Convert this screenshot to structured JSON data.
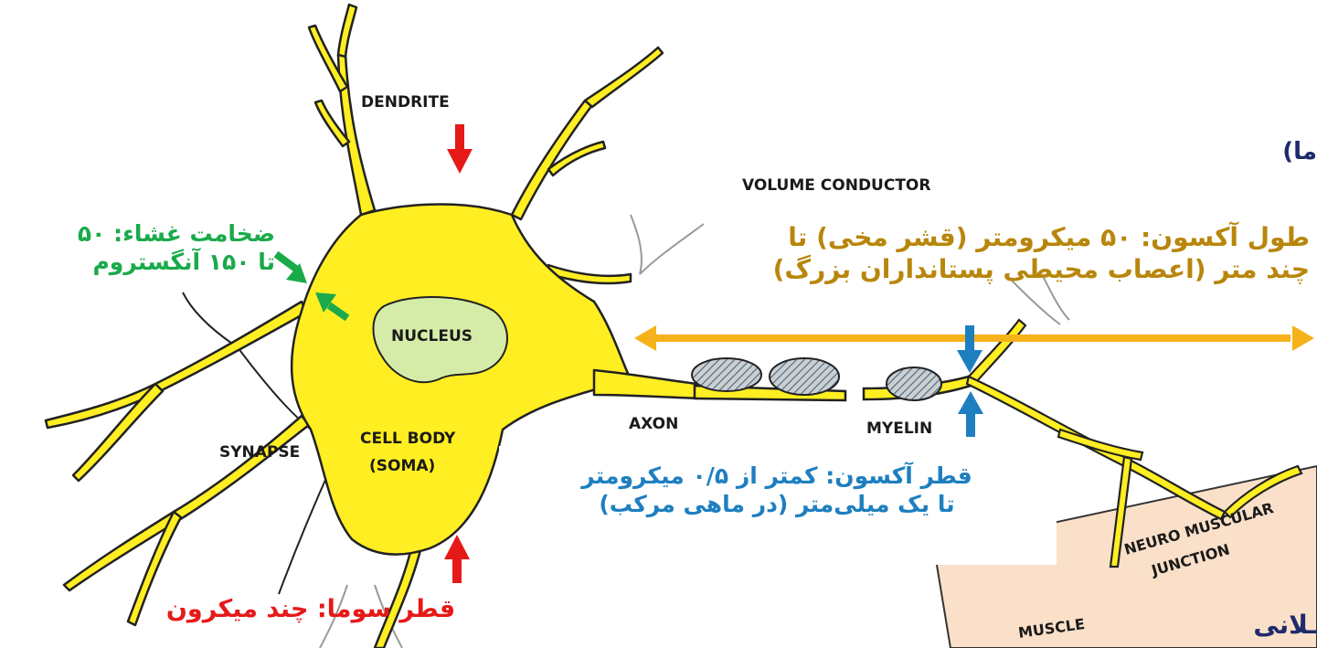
{
  "labels": {
    "dendrite": "DENDRITE",
    "volume_conductor": "VOLUME CONDUCTOR",
    "nucleus": "NUCLEUS",
    "cell_body": "CELL BODY",
    "soma": "(SOMA)",
    "synapse": "SYNAPSE",
    "axon": "AXON",
    "myelin": "MYELIN",
    "neuro_muscular": "NEURO MUSCULAR",
    "junction": "JUNCTION",
    "muscle": "MUSCLE"
  },
  "annotations": {
    "membrane": {
      "line1": "ضخامت غشاء: ۵۰",
      "line2": "تا ۱۵۰ آنگستروم",
      "color": "#1aaa4a"
    },
    "axon_length": {
      "line1": "طول آکسون: ۵۰ میکرومتر (قشر مخی) تا",
      "line2": "چند متر (اعصاب محیطی پستانداران بزرگ)",
      "color": "#b8860b"
    },
    "axon_diameter": {
      "line1": "قطر آکسون: کمتر از ۰/۵ میکرومتر",
      "line2": "تا یک میلی‌متر (در ماهی مرکب)",
      "color": "#1e7fc0"
    },
    "soma_diameter": {
      "line1": "قطر سوما: چند میکرون",
      "color": "#e61919"
    }
  },
  "cropped_fragments": {
    "top_right": "ما)",
    "bottom_right": "ـلانی"
  },
  "colors": {
    "cell": "#ffee22",
    "nucleus": "#d5eca8",
    "muscle": "#fae0c8",
    "myelin": "#8a9aa6",
    "arrow_red": "#e61919",
    "arrow_green": "#1aaa4a",
    "arrow_blue": "#1e7fc0",
    "arrow_gold": "#f5b21a"
  }
}
